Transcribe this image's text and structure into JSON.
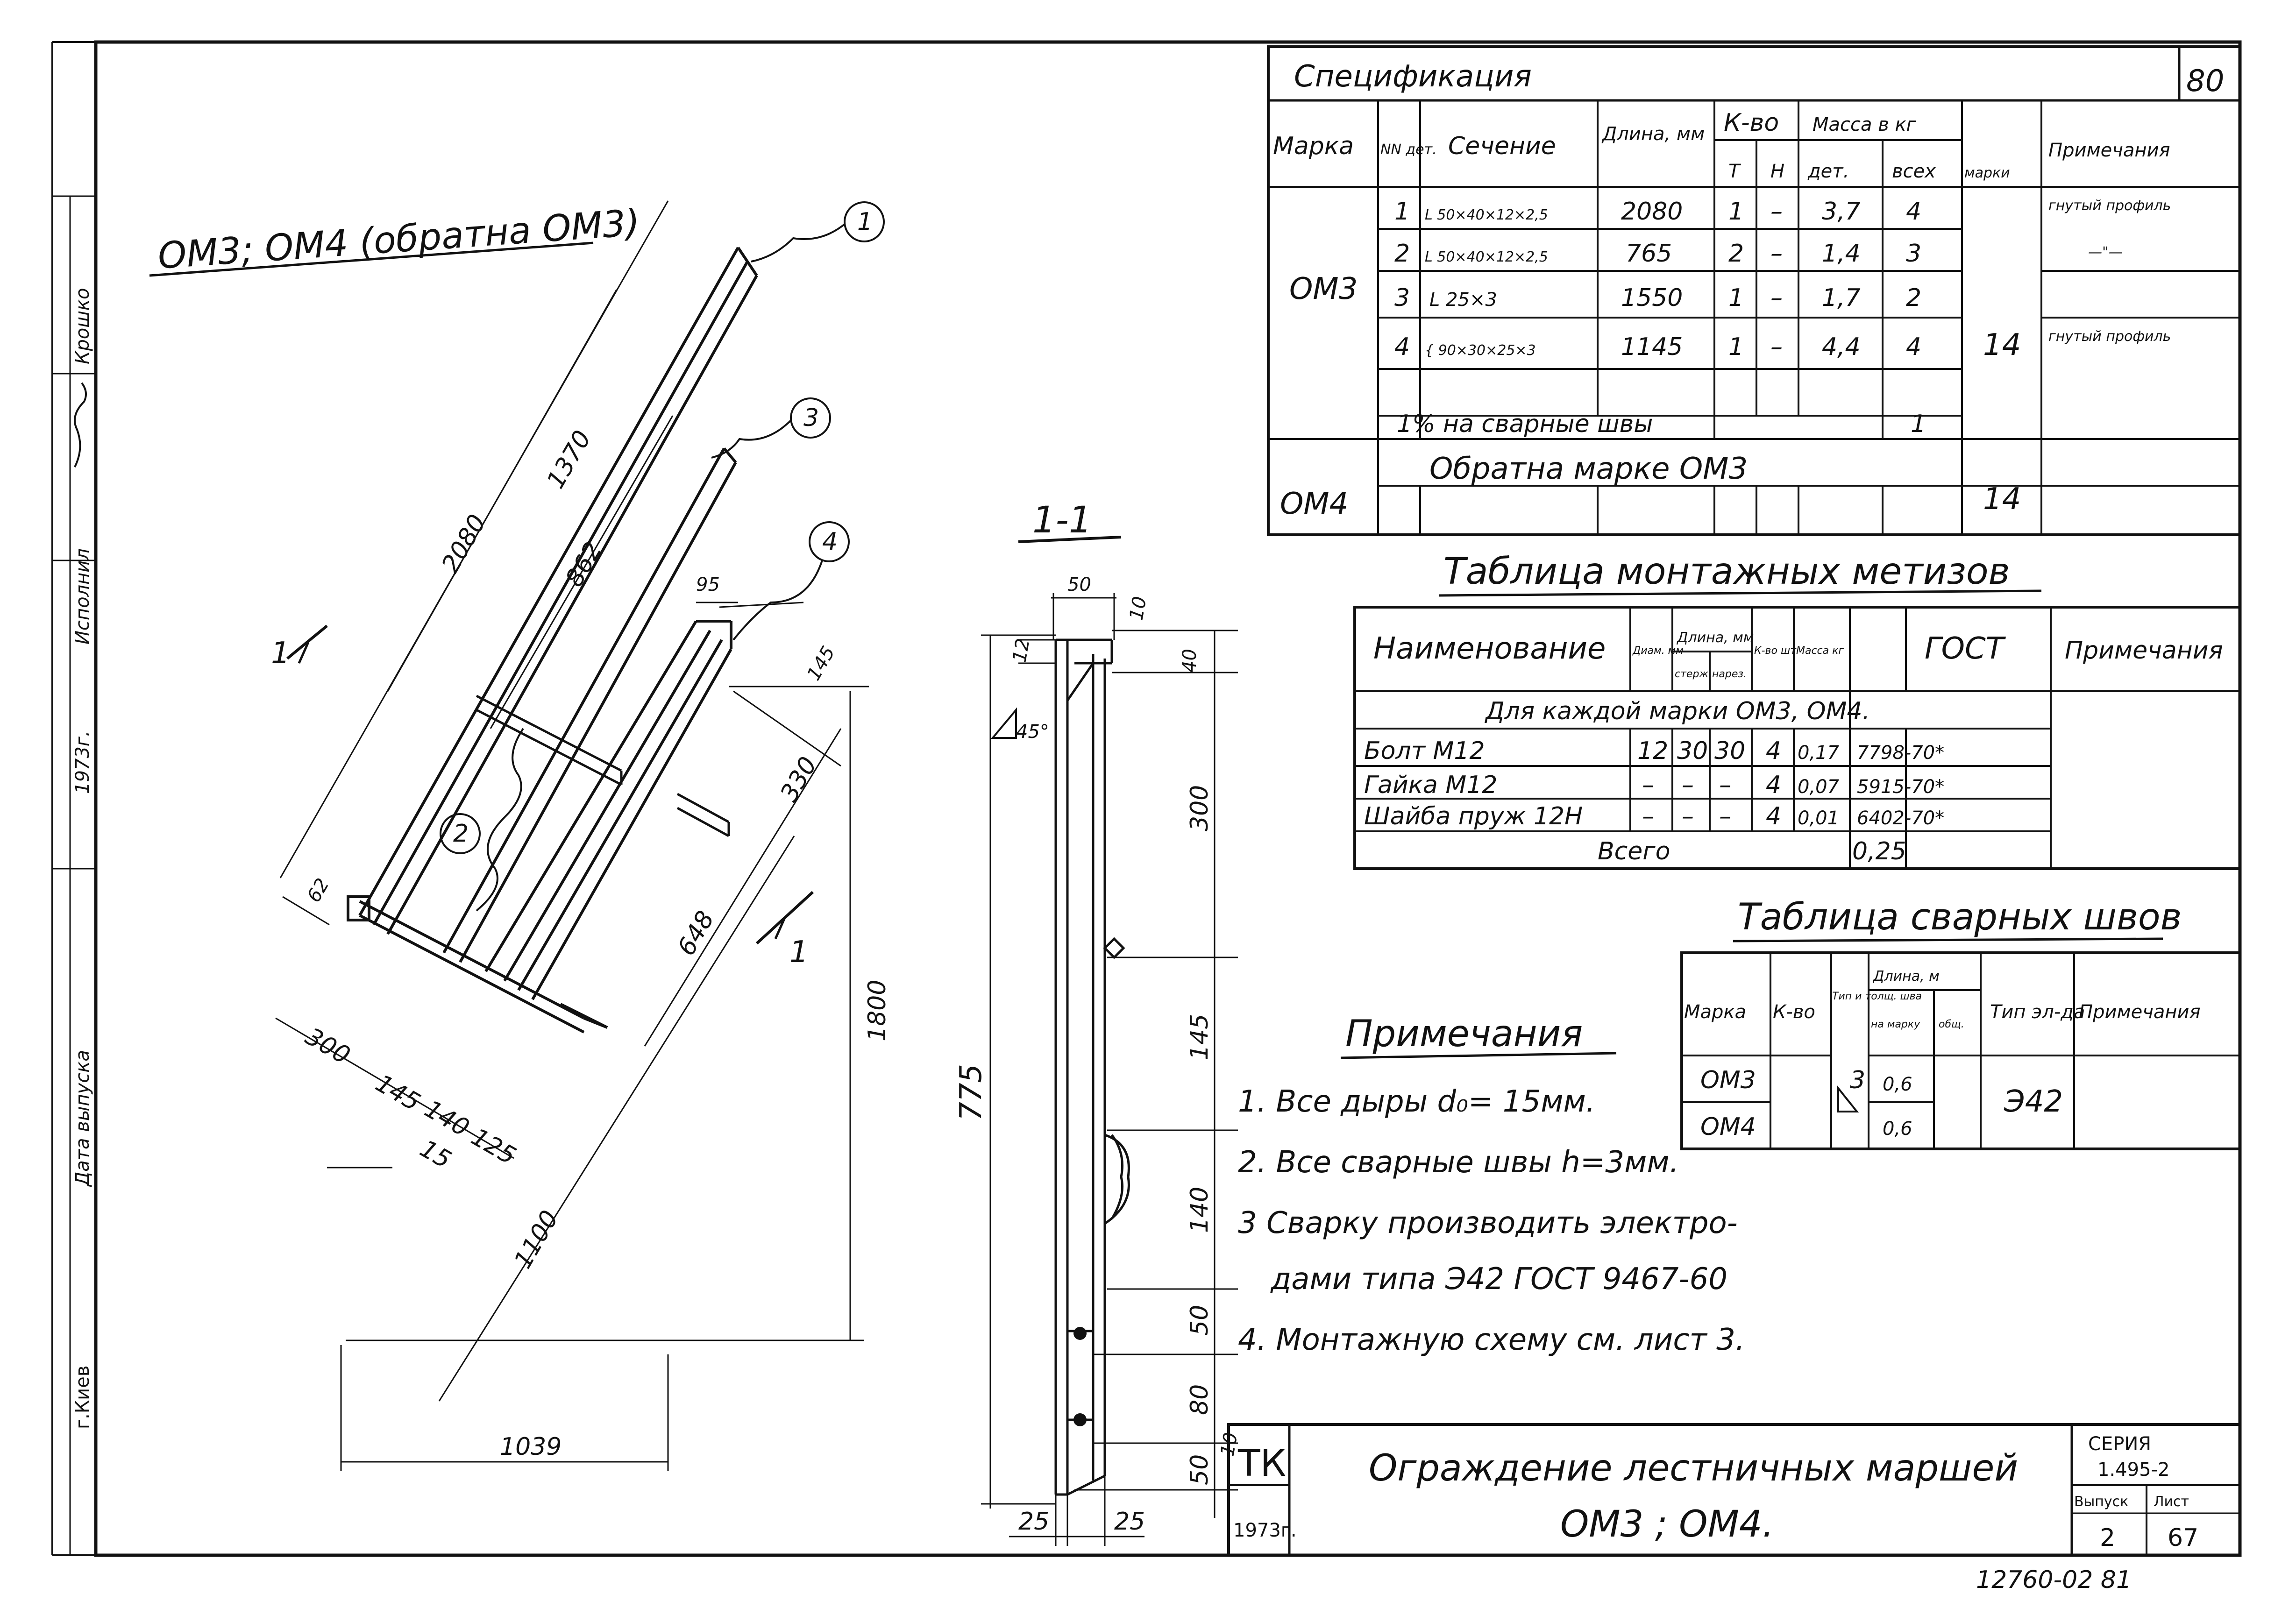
{
  "page_number": "80",
  "series": {
    "label": "СЕРИЯ",
    "value": "1.495-2",
    "issue_label": "Выпуск",
    "issue": "2",
    "sheet_label": "Лист",
    "sheet": "67"
  },
  "archive_number": "12760-02 81",
  "side_strip": {
    "city": "г.Киев",
    "words": [
      "Крошко",
      "Исполнил",
      "1973г.",
      "Дата выпуска"
    ]
  },
  "title_block": {
    "org": "ТК",
    "year": "1973г.",
    "title_line1": "Ограждение лестничных маршей",
    "title_line2": "ОМ3 ; ОМ4."
  },
  "drawing": {
    "main_title": "ОМ3; ОМ4 (обратна ОМ3)",
    "section_label": "1-1",
    "section_mark": "1",
    "callouts": [
      "1",
      "2",
      "3",
      "4"
    ],
    "main_dims": [
      "2080",
      "1370",
      "862",
      "95",
      "145",
      "330",
      "648",
      "1800",
      "1100",
      "1039",
      "300",
      "145",
      "140",
      "15",
      "125",
      "62"
    ],
    "section_dims": [
      "50",
      "10",
      "12",
      "40",
      "45°",
      "300",
      "145",
      "140",
      "50",
      "80",
      "50",
      "10",
      "775",
      "25",
      "25"
    ]
  },
  "spec": {
    "title": "Спецификация",
    "headers": {
      "mark": "Марка",
      "num": "NN дет.",
      "section": "Сечение",
      "length": "Длина, мм",
      "qty": "К-во",
      "t": "Т",
      "n": "Н",
      "mass": "Масса в кг",
      "det": "дет.",
      "all": "всех",
      "marki": "марки",
      "note": "Примечания"
    },
    "mark_om3": "ОМ3",
    "rows": [
      {
        "num": "1",
        "section": "L 50×40×12×2,5",
        "length": "2080",
        "t": "1",
        "n": "–",
        "det": "3,7",
        "all": "4",
        "note": "гнутый профиль"
      },
      {
        "num": "2",
        "section": "L 50×40×12×2,5",
        "length": "765",
        "t": "2",
        "n": "–",
        "det": "1,4",
        "all": "3",
        "note": "—\"—"
      },
      {
        "num": "3",
        "section": "L 25×3",
        "length": "1550",
        "t": "1",
        "n": "–",
        "det": "1,7",
        "all": "2",
        "note": ""
      },
      {
        "num": "4",
        "section": "{ 90×30×25×3",
        "length": "1145",
        "t": "1",
        "n": "–",
        "det": "4,4",
        "all": "4",
        "note": "гнутый профиль"
      }
    ],
    "weld_row": {
      "label": "1% на сварные швы",
      "value": "1"
    },
    "om3_total": "14",
    "mark_om4": "ОМ4",
    "om4_text": "Обратна марке ОМ3",
    "om4_total": "14"
  },
  "hardware": {
    "title": "Таблица монтажных метизов",
    "headers": {
      "name": "Наименование",
      "diam": "Диам. мм",
      "length": "Длина, мм",
      "step": "стерж.",
      "nar": "нарез.",
      "qty": "К-во шт",
      "mass": "Масса кг",
      "gost": "ГОСТ",
      "note": "Примечания"
    },
    "subheader": "Для каждой марки ОМ3, ОМ4.",
    "rows": [
      {
        "name": "Болт М12",
        "diam": "12",
        "step": "30",
        "nar": "30",
        "qty": "4",
        "mass": "0,17",
        "gost": "7798-70*"
      },
      {
        "name": "Гайка М12",
        "diam": "–",
        "step": "–",
        "nar": "–",
        "qty": "4",
        "mass": "0,07",
        "gost": "5915-70*"
      },
      {
        "name": "Шайба пруж 12Н",
        "diam": "–",
        "step": "–",
        "nar": "–",
        "qty": "4",
        "mass": "0,01",
        "gost": "6402-70*"
      }
    ],
    "total_label": "Всего",
    "total_mass": "0,25"
  },
  "welds": {
    "title": "Таблица сварных швов",
    "headers": {
      "mark": "Марка",
      "qty": "К-во",
      "type": "Тип и толщ. шва",
      "length": "Длина, м",
      "per_mark": "на марку",
      "total": "общ.",
      "electrode": "Тип эл-да",
      "note": "Примечания"
    },
    "rows": [
      {
        "mark": "ОМ3",
        "len": "0,6"
      },
      {
        "mark": "ОМ4",
        "len": "0,6"
      }
    ],
    "weld_type": "3",
    "electrode": "Э42"
  },
  "notes": {
    "title": "Примечания",
    "items": [
      "1. Все дыры d₀= 15мм.",
      "2. Все сварные швы h=3мм.",
      "3 Сварку производить электро-",
      "дами типа Э42 ГОСТ 9467-60",
      "4. Монтажную схему см. лист 3."
    ]
  }
}
